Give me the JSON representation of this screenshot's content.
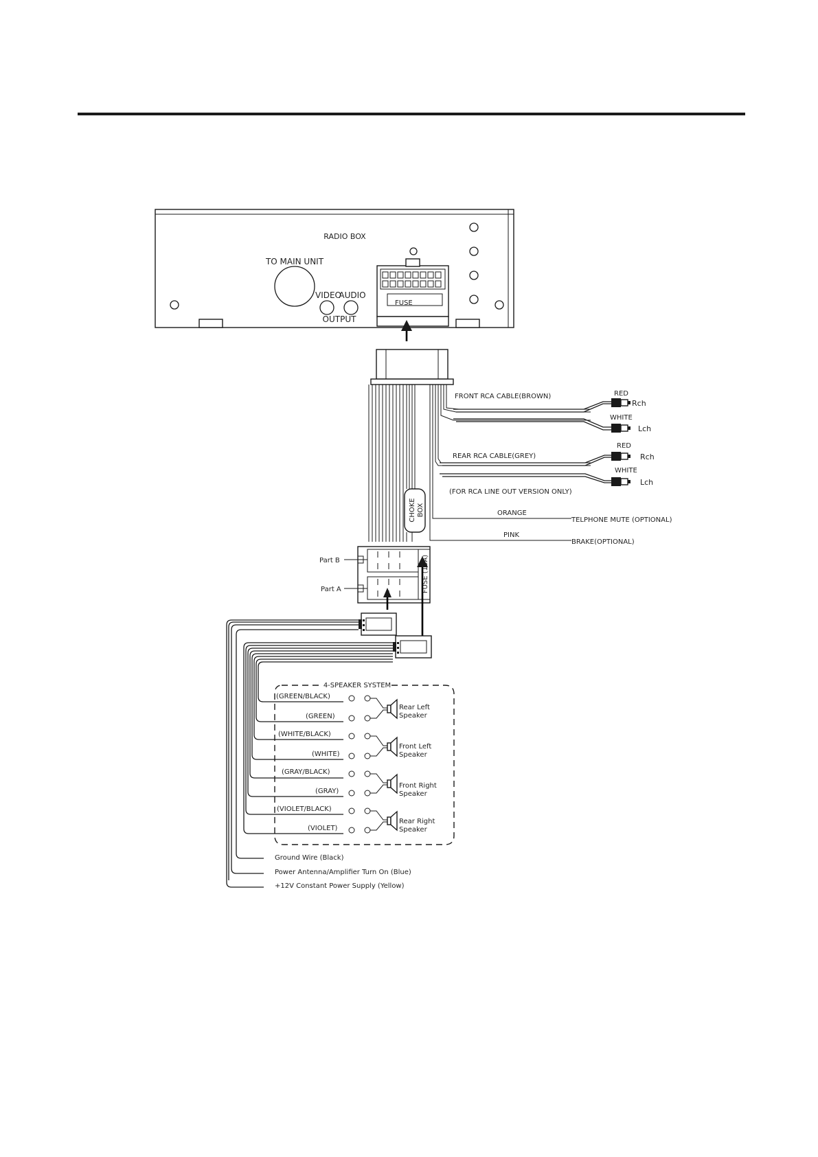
{
  "radio_box": {
    "title": "RADIO BOX",
    "to_main_unit": "TO MAIN UNIT",
    "video": "VIDEO",
    "audio": "AUDIO",
    "output": "OUTPUT",
    "fuse": "FUSE"
  },
  "rca": {
    "front_cable": "FRONT RCA CABLE(BROWN)",
    "rear_cable": "REAR RCA CABLE(GREY)",
    "red": "RED",
    "white": "WHITE",
    "rch": "Rch",
    "lch": "Lch",
    "version_note": "(FOR RCA LINE OUT VERSION ONLY)"
  },
  "choke": {
    "line1": "CHOKE",
    "line2": "BOX"
  },
  "extra_wires": {
    "orange": "ORANGE",
    "telephone_mute": "TELPHONE MUTE (OPTIONAL)",
    "pink": "PINK",
    "brake": "BRAKE(OPTIONAL)"
  },
  "connector": {
    "part_b": "Part B",
    "part_a": "Part A",
    "fuse": "FUSE (15A)"
  },
  "speakers": {
    "system_title": "4-SPEAKER SYSTEM",
    "wires": [
      "(GREEN/BLACK)",
      "(GREEN)",
      "(WHITE/BLACK)",
      "(WHITE)",
      "(GRAY/BLACK)",
      "(GRAY)",
      "(VIOLET/BLACK)",
      "(VIOLET)"
    ],
    "names": [
      [
        "Rear Left",
        "Speaker"
      ],
      [
        "Front Left",
        "Speaker"
      ],
      [
        "Front Right",
        "Speaker"
      ],
      [
        "Rear Right",
        "Speaker"
      ]
    ]
  },
  "power": {
    "ground": "Ground Wire (Black)",
    "antenna": "Power Antenna/Amplifier Turn On (Blue)",
    "constant": "+12V Constant Power Supply (Yellow)"
  }
}
